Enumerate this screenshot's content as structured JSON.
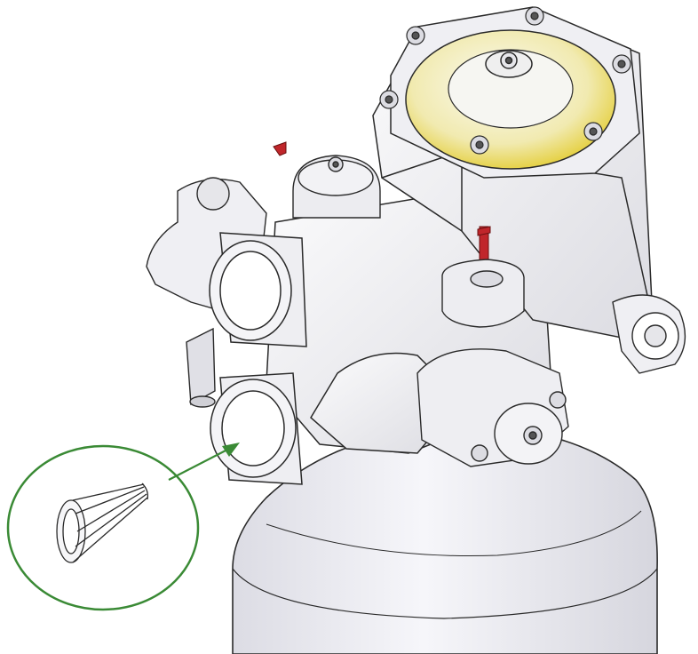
{
  "figure": {
    "subject": "water-softener-control-valve-assembly",
    "palette": {
      "body": "#f3f3f5",
      "body_shade": "#dcdce2",
      "outline": "#2a2a2a",
      "tank": "#f2f2f6",
      "bypass_pin": "#c0262b",
      "dome_tint": "#f2e56a",
      "callout": "#3a8a35",
      "background": "#ffffff"
    },
    "callout": {
      "part": "conical-inlet-screen",
      "target": "lower-inlet-port"
    }
  }
}
